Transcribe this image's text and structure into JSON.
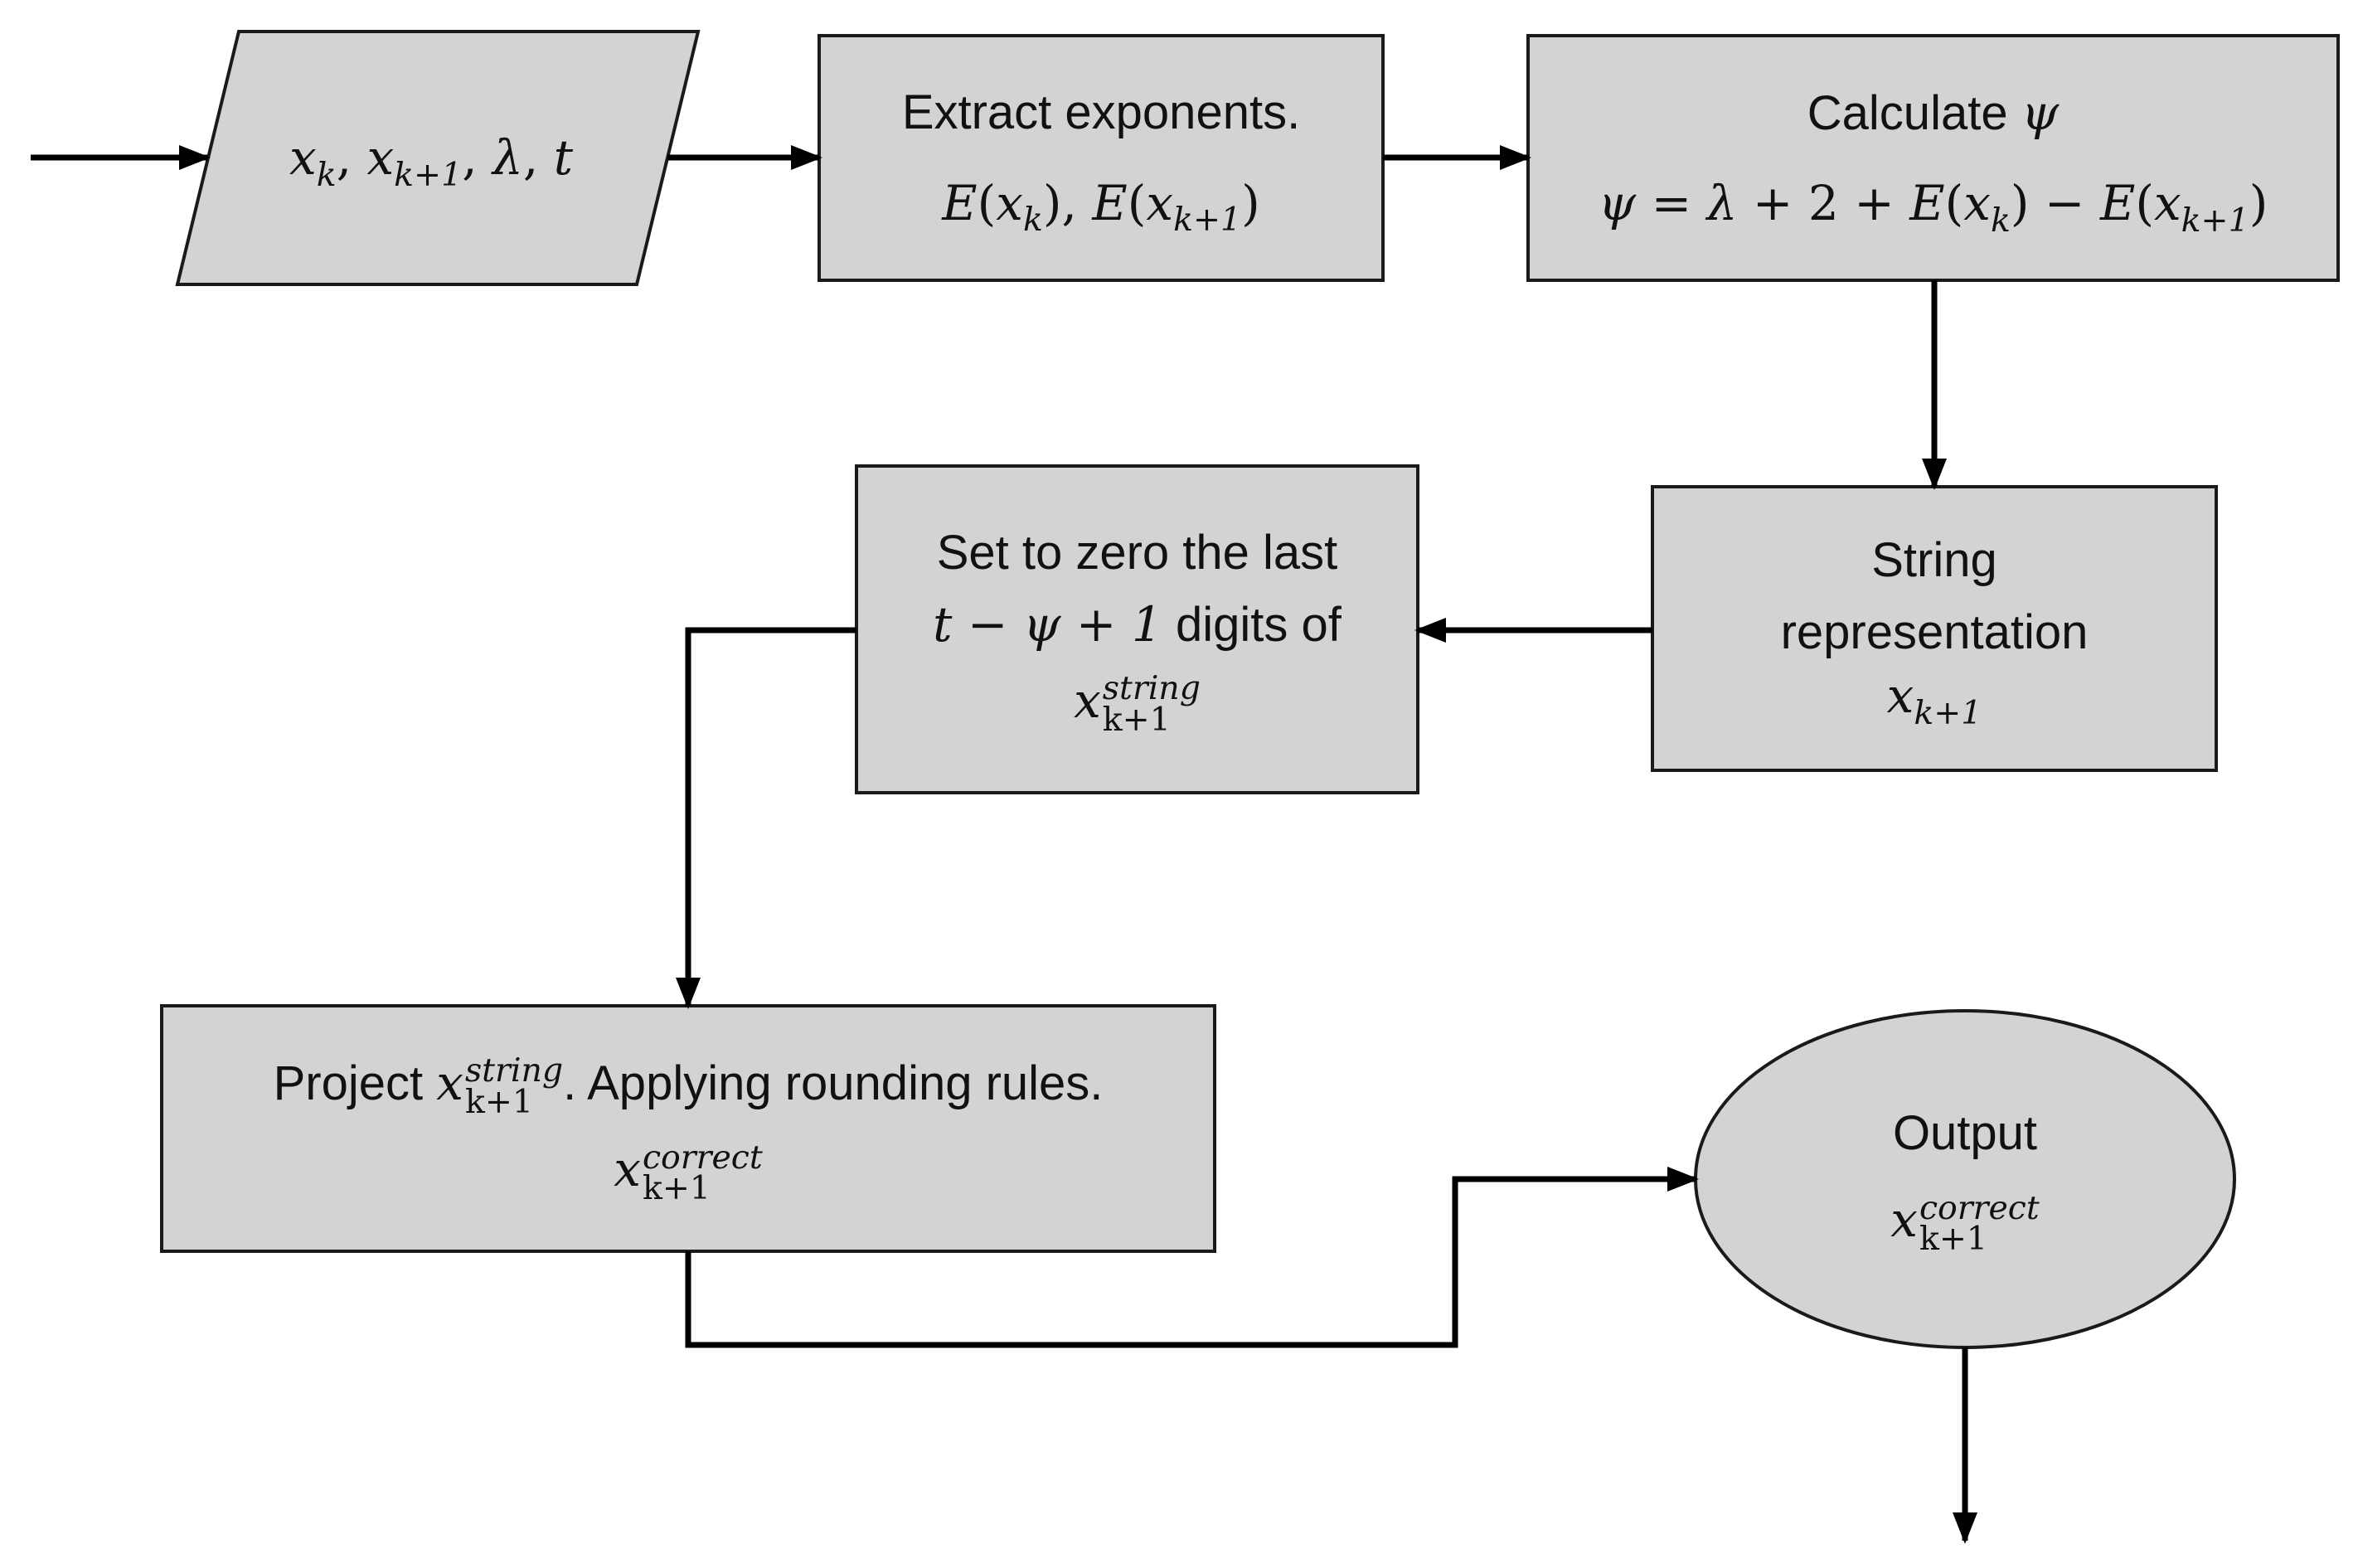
{
  "nodes": {
    "input": {
      "line": {
        "x1": "x",
        "s1": "k",
        "x2": "x",
        "s2": "k+1",
        "lam": "λ",
        "t": "t"
      }
    },
    "extract": {
      "title": "Extract exponents.",
      "formula": {
        "e1": "E",
        "x1": "x",
        "s1": "k",
        "e2": "E",
        "x2": "x",
        "s2": "k+1"
      }
    },
    "calculate": {
      "title": "Calculate",
      "title_symbol": "ψ",
      "formula": {
        "psi": "ψ",
        "lam": "λ",
        "two": "2",
        "e1": "E",
        "x1": "x",
        "s1": "k",
        "e2": "E",
        "x2": "x",
        "s2": "k+1"
      }
    },
    "string_rep": {
      "line1": "String",
      "line2": "representation",
      "var": {
        "x": "x",
        "sub": "k+1"
      }
    },
    "set_zero": {
      "line1": "Set to zero the last",
      "math": {
        "t": "t",
        "psi": "ψ",
        "one": "1"
      },
      "line2_text": "digits of",
      "var": {
        "x": "x",
        "sup": "string",
        "sub": "k+1"
      }
    },
    "project": {
      "prefix": "Project",
      "var": {
        "x": "x",
        "sup": "string",
        "sub": "k+1"
      },
      "suffix": ". Applying rounding rules.",
      "var2": {
        "x": "x",
        "sup": "correct",
        "sub": "k+1"
      }
    },
    "output": {
      "title": "Output",
      "var": {
        "x": "x",
        "sup": "correct",
        "sub": "k+1"
      }
    }
  }
}
